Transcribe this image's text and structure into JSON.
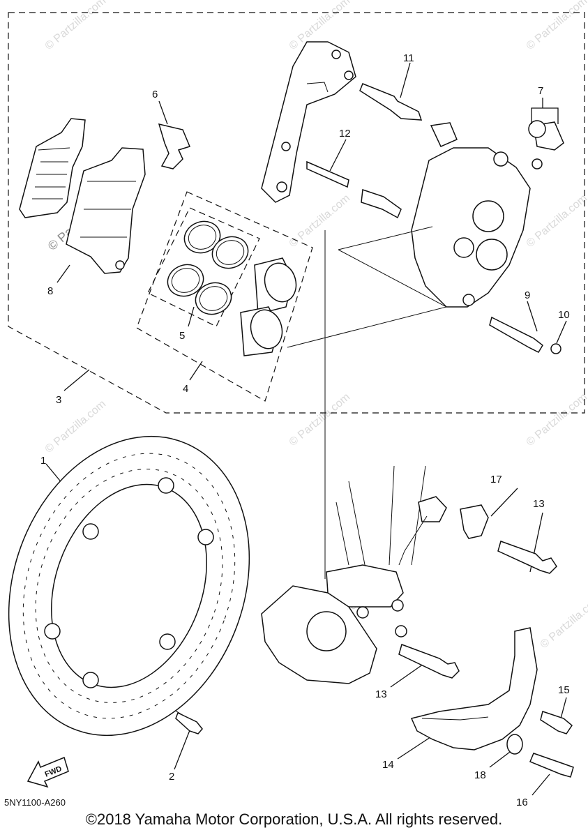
{
  "diagram": {
    "code": "5NY1100-A260",
    "copyright": "©2018 Yamaha Motor Corporation, U.S.A. All rights reserved.",
    "watermark": "© Partzilla.com",
    "fwd_label": "FWD",
    "callouts": [
      "1",
      "2",
      "3",
      "4",
      "5",
      "6",
      "7",
      "8",
      "9",
      "10",
      "11",
      "12",
      "13",
      "13",
      "14",
      "15",
      "16",
      "17",
      "18"
    ]
  }
}
